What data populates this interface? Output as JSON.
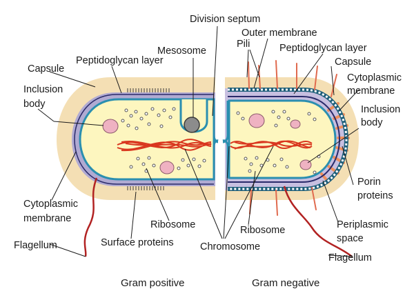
{
  "labels": {
    "division_septum": "Division septum",
    "outer_membrane": "Outer membrane",
    "pili": "Pili",
    "mesosome": "Mesosome",
    "peptidoglycan_layer_left": "Peptidoglycan layer",
    "peptidoglycan_layer_right": "Peptidoglycan layer",
    "capsule_left": "Capsule",
    "capsule_right": "Capsule",
    "inclusion_left_1": "Inclusion",
    "inclusion_left_2": "body",
    "cytoplasmic_right_1": "Cytoplasmic",
    "cytoplasmic_right_2": "membrane",
    "inclusion_right_1": "Inclusion",
    "inclusion_right_2": "body",
    "cytoplasmic_left_1": "Cytoplasmic",
    "cytoplasmic_left_2": "membrane",
    "porin_1": "Porin",
    "porin_2": "proteins",
    "ribosome_left": "Ribosome",
    "ribosome_right": "Ribosome",
    "periplasmic_1": "Periplasmic",
    "periplasmic_2": "space",
    "flagellum_left": "Flagellum",
    "surface_proteins": "Surface proteins",
    "chromosome": "Chromosome",
    "flagellum_right": "Flagellum"
  },
  "captions": {
    "gram_positive": "Gram positive",
    "gram_negative": "Gram negative"
  },
  "colors": {
    "capsule": "#f4dfb4",
    "peptidoglycan_gram_positive": "#b0aad2",
    "cytoplasm": "#fdf6bf",
    "membrane": "#2a8fb0",
    "chromosome": "#d9371f",
    "inclusion_body": "#efb2c2",
    "flagellum": "#b22222",
    "pili": "#e06a4e",
    "porin": "#ee8f5c",
    "periplasmic_space": "#c7bfe0",
    "outer_membrane_bead": "#ffffff"
  }
}
